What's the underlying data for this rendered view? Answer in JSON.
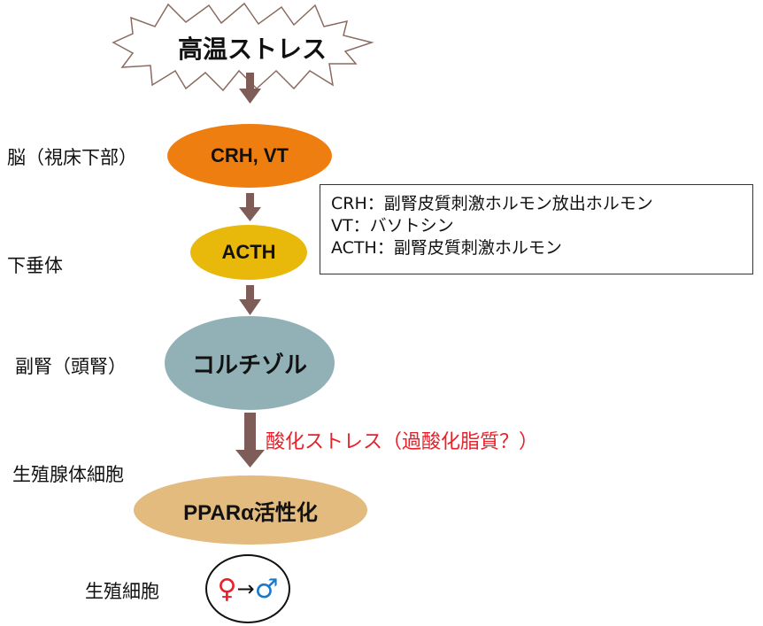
{
  "title": "高温ストレス",
  "nodes": {
    "brain_hormone": "CRH, VT",
    "pituitary_hormone": "ACTH",
    "adrenal_hormone": "コルチゾル",
    "gonad_event": "PPARα活性化"
  },
  "side_labels": {
    "brain": "脳（視床下部）",
    "pituitary": "下垂体",
    "adrenal": "副腎（頭腎）",
    "gonad": "生殖腺体細胞",
    "germ": "生殖細胞"
  },
  "legend": [
    "CRH：副腎皮質刺激ホルモン放出ホルモン",
    "VT：バソトシン",
    "ACTH：副腎皮質刺激ホルモン"
  ],
  "stress_note": "酸化ストレス（過酸化脂質？）",
  "sex_change": {
    "female": "♀",
    "arrow": "→",
    "male": "♂"
  },
  "colors": {
    "brain": "#ee7e10",
    "pituitary": "#e8b90a",
    "adrenal": "#92b1b6",
    "gonad": "#e3bb7f",
    "arrow": "#7e5c57",
    "note": "#e8202a",
    "female": "#e8202a",
    "male": "#1a78c8"
  }
}
